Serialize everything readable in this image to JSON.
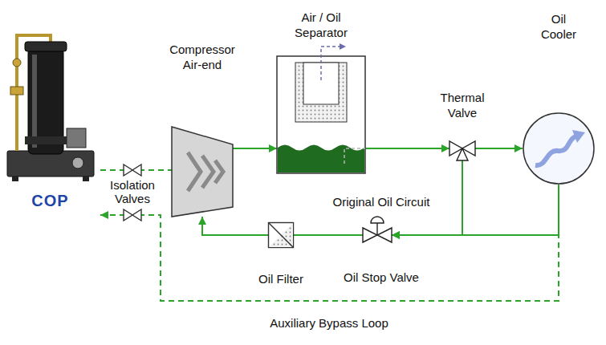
{
  "diagram": {
    "nodes": [
      {
        "text": [
          "COP"
        ]
      },
      {
        "text": [
          "Compressor Air-end"
        ]
      },
      {
        "text": [
          "Air / Oil Separator"
        ]
      },
      {
        "text": [
          "Thermal Valve"
        ]
      },
      {
        "text": [
          "Oil Cooler"
        ]
      },
      {
        "text": [
          "Oil Filter"
        ]
      },
      {
        "text": [
          "Oil Stop Valve"
        ]
      }
    ],
    "edges": [
      {
        "from": 0,
        "to": 1,
        "arrow": "none"
      },
      {
        "from": 1,
        "to": 2,
        "arrow": "to"
      },
      {
        "from": 2,
        "to": 3,
        "arrow": "to"
      },
      {
        "from": 3,
        "to": 4,
        "arrow": "to"
      },
      {
        "from": 3,
        "to": 6,
        "arrow": "to"
      },
      {
        "from": 4,
        "to": 6,
        "arrow": "to"
      },
      {
        "from": 6,
        "to": 5,
        "arrow": "none"
      },
      {
        "from": 5,
        "to": 1,
        "arrow": "to"
      },
      {
        "from": 4,
        "to": 0,
        "arrow": "to"
      }
    ],
    "labels": [
      "Isolation Valves",
      "Original Oil Circuit",
      "Auxiliary Bypass Loop"
    ]
  }
}
